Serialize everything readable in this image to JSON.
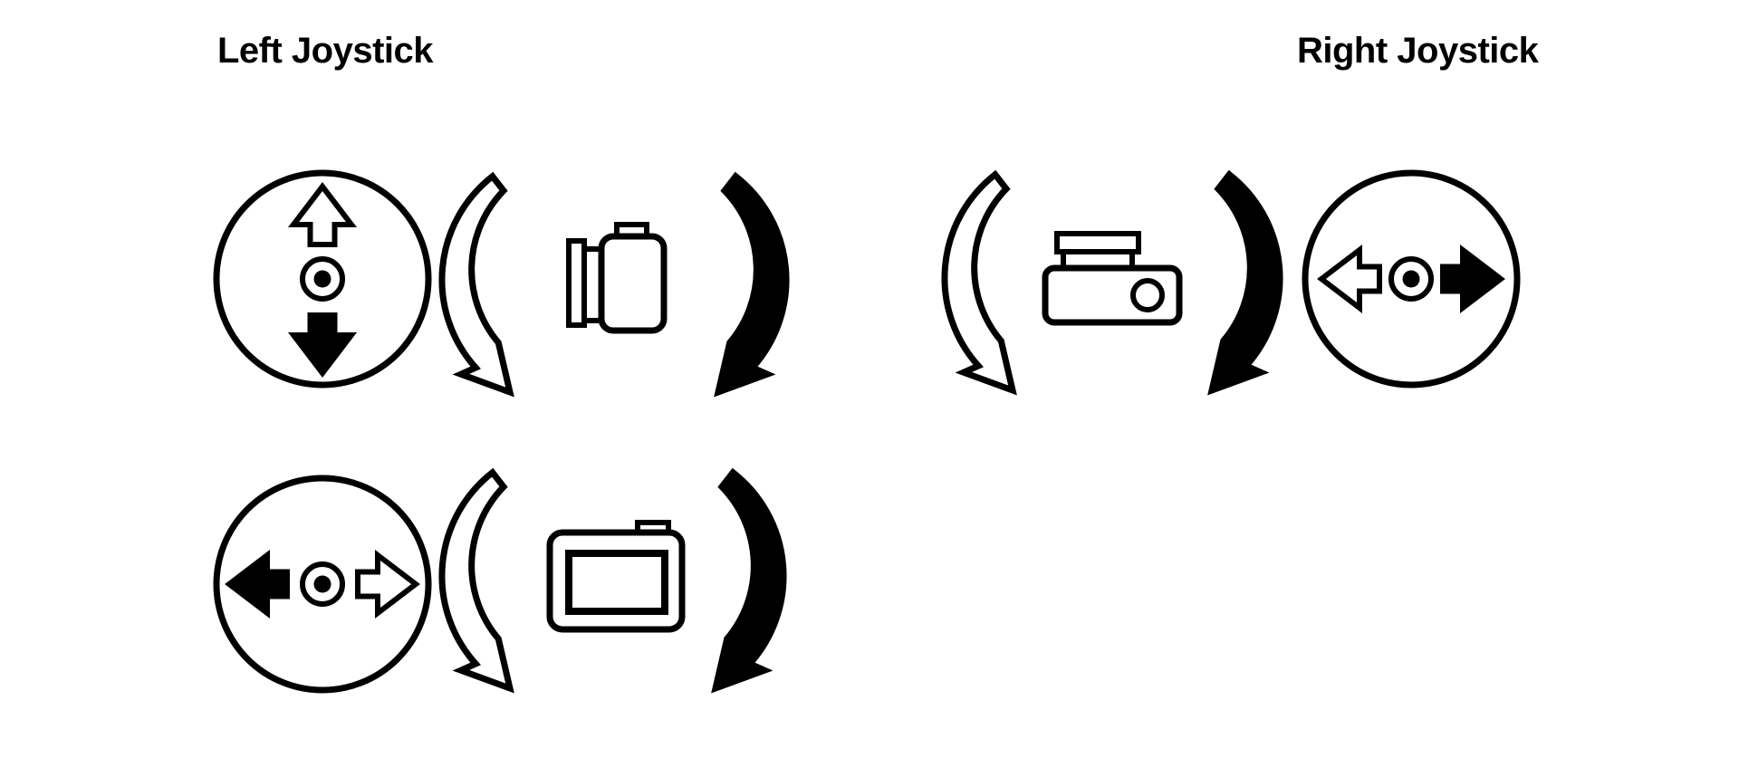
{
  "page": {
    "background_color": "#ffffff",
    "ink_color": "#000000"
  },
  "titles": {
    "left": "Left Joystick",
    "right": "Right Joystick"
  },
  "icons": {
    "joystick-up-down-icon": "circle with outline up arrow, center dot, solid down arrow",
    "joystick-roll-icon": "circle with solid left arrow, center dot, outline right arrow",
    "joystick-pan-icon": "circle with outline left arrow, center dot, solid right arrow",
    "camera-side-icon": "camera seen from the side, lens pointing left",
    "camera-back-icon": "camera rear panel with display screen and viewfinder bump",
    "camera-top-icon": "camera seen from the top, lens barrel pointing up, dial circle at right",
    "curved-arrow-outline-icon": "outline curved arrow (open parenthesis shape), arrowhead at bottom",
    "curved-arrow-solid-icon": "solid black curved arrow (close parenthesis shape), arrowhead at bottom",
    "center-dot-icon": "small circle with filled center dot (joystick stick seen from above)"
  },
  "groups": [
    {
      "panel": "left",
      "row": 1,
      "joystick_axis": "vertical",
      "outline_arrow_direction": "up",
      "solid_arrow_direction": "down",
      "camera_view": "side",
      "rotation_arrows": [
        "outline-left",
        "solid-right"
      ]
    },
    {
      "panel": "left",
      "row": 2,
      "joystick_axis": "horizontal",
      "outline_arrow_direction": "right",
      "solid_arrow_direction": "left",
      "camera_view": "back",
      "rotation_arrows": [
        "outline-left",
        "solid-right"
      ]
    },
    {
      "panel": "right",
      "row": 1,
      "joystick_axis": "horizontal",
      "outline_arrow_direction": "left",
      "solid_arrow_direction": "right",
      "camera_view": "top",
      "rotation_arrows": [
        "outline-left",
        "solid-right"
      ]
    }
  ]
}
